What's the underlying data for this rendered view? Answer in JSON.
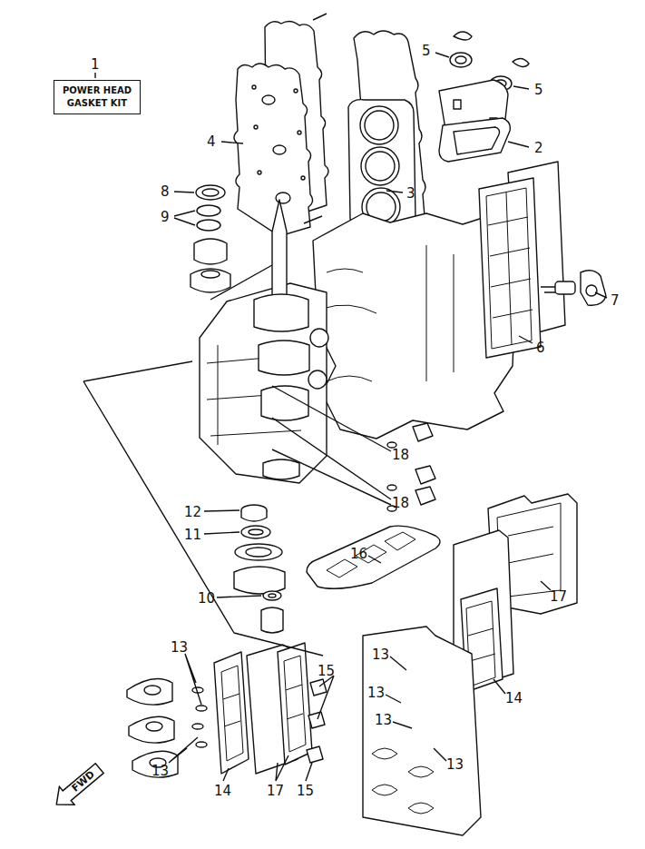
{
  "diagram": {
    "nodes": [
      {
        "text": [
          "POWER HEAD GASKET KIT"
        ]
      },
      {
        "text": [
          "FWD"
        ]
      }
    ],
    "labels": [
      "1",
      "5",
      "5",
      "4",
      "2",
      "8",
      "3",
      "9",
      "7",
      "6",
      "18",
      "18",
      "12",
      "11",
      "16",
      "17",
      "10",
      "13",
      "13",
      "15",
      "13",
      "14",
      "13",
      "13",
      "13",
      "14",
      "17",
      "15"
    ]
  }
}
